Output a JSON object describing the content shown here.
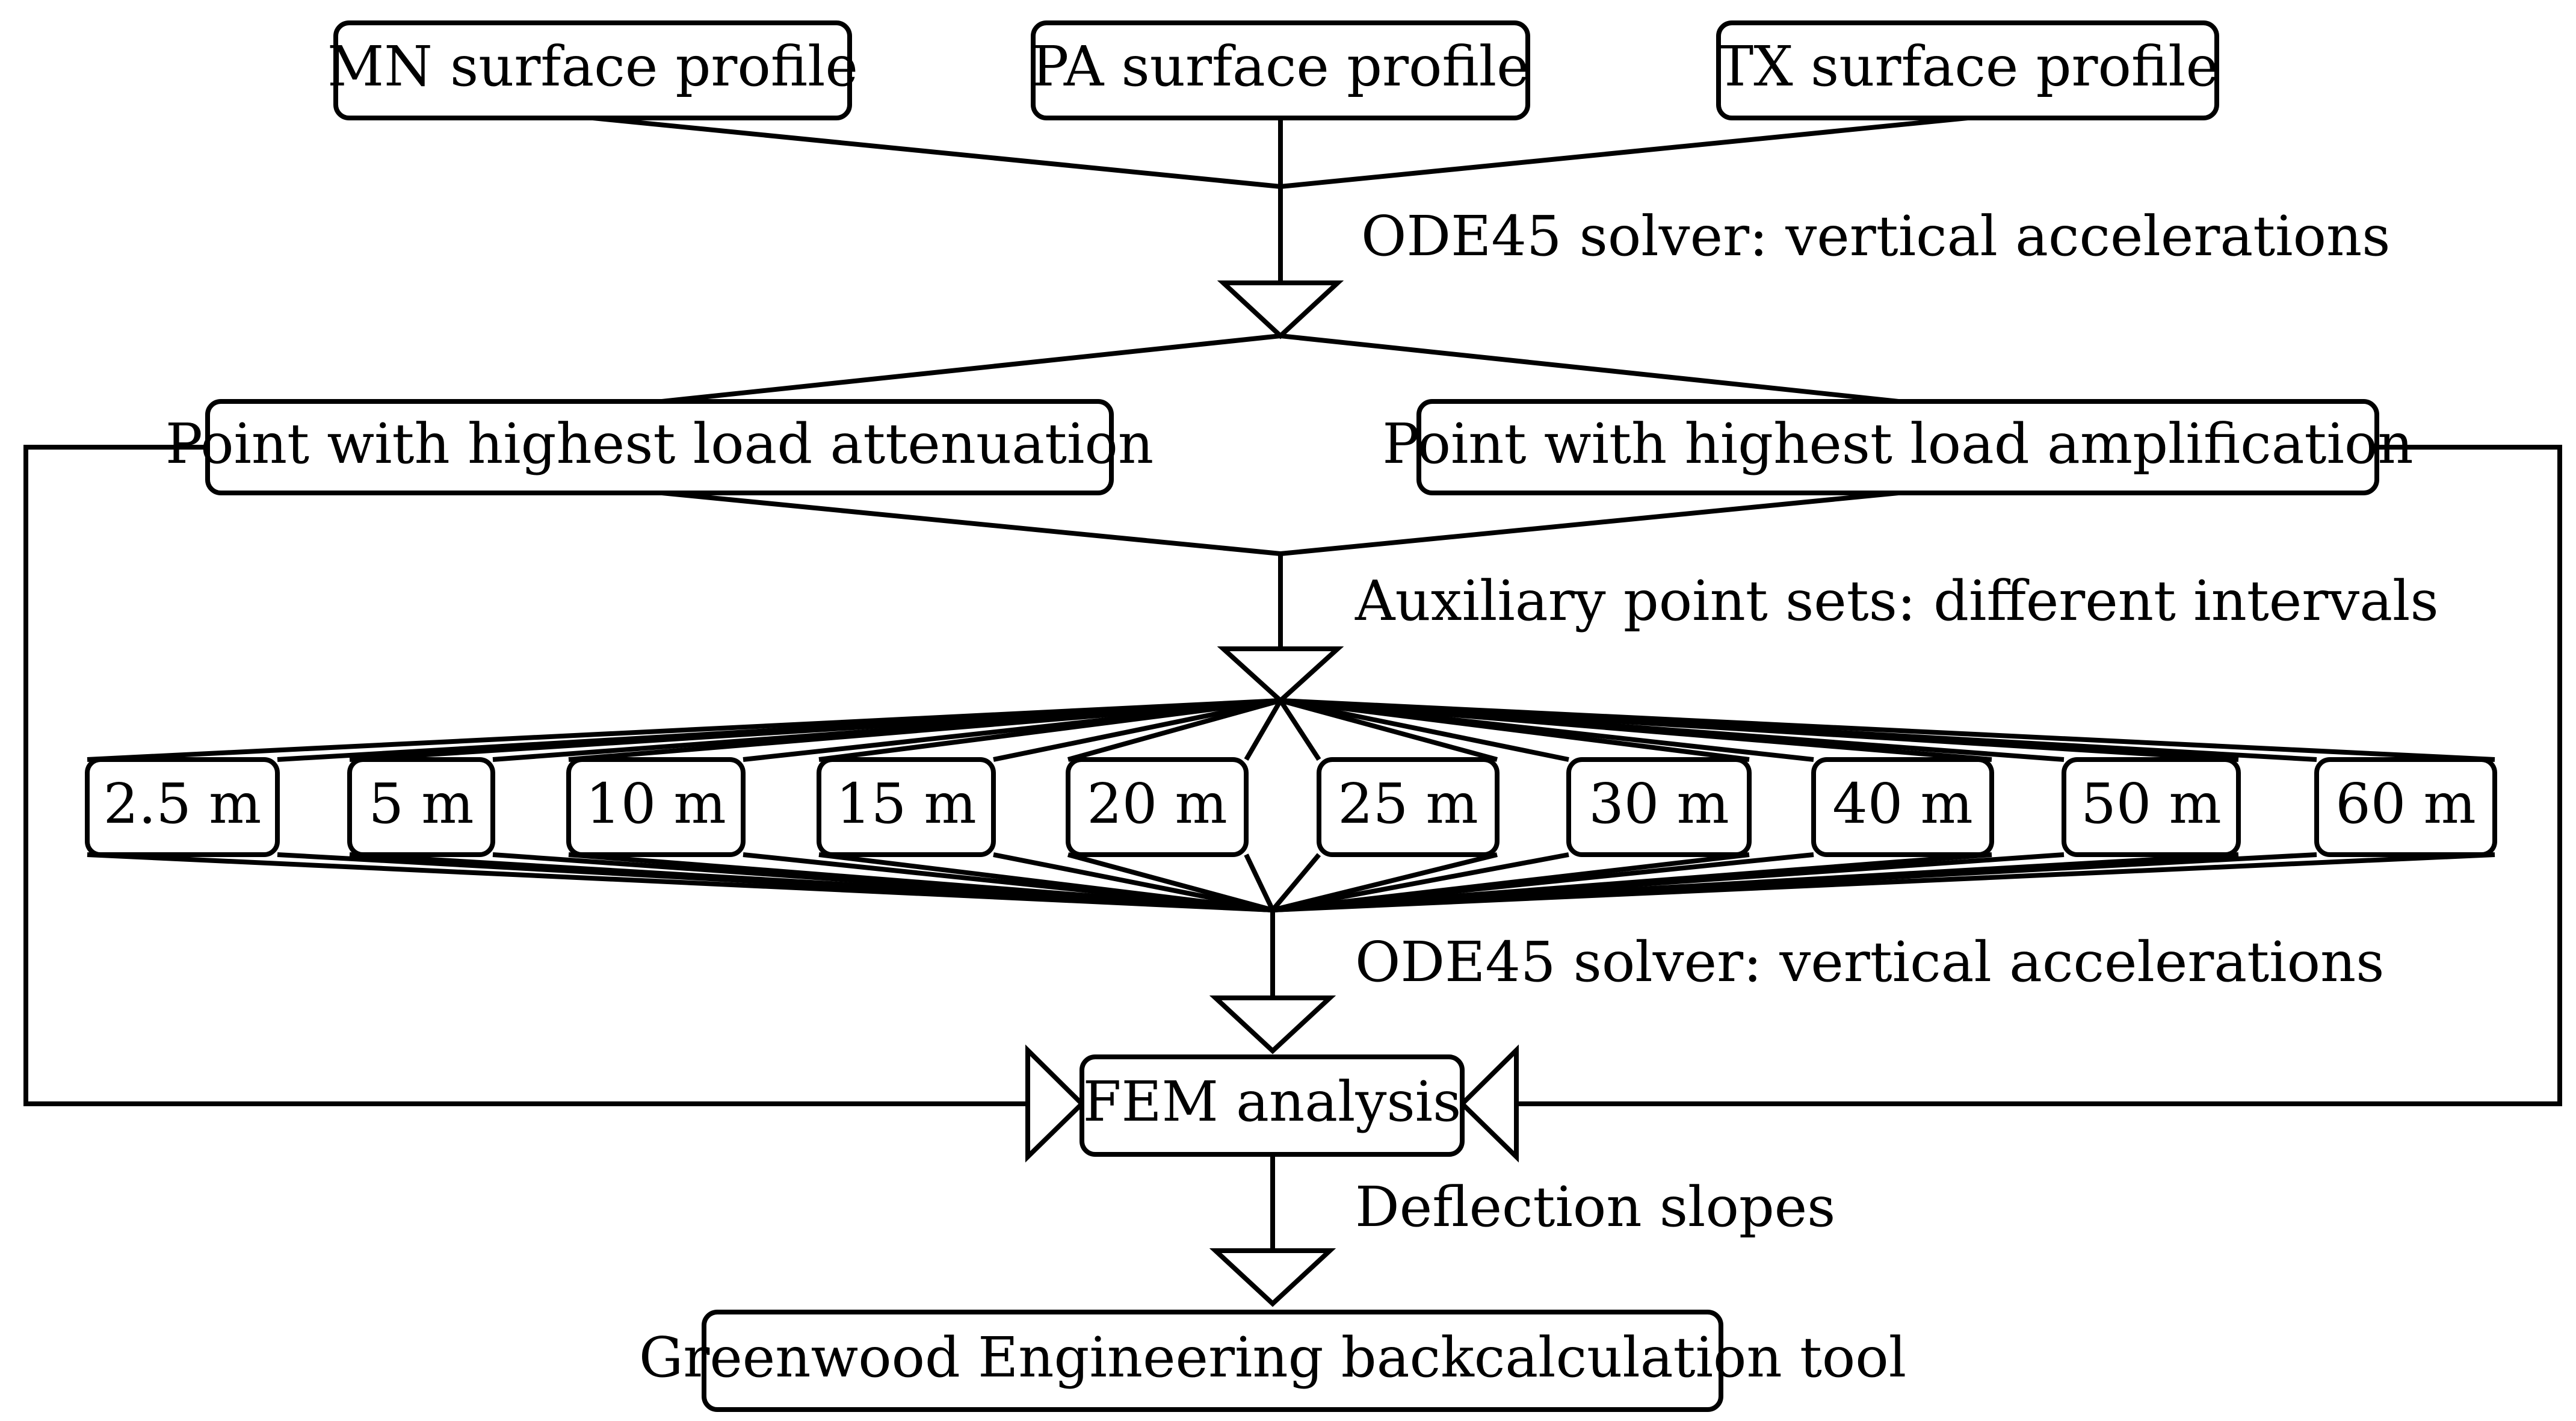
{
  "diagram": {
    "nodes": {
      "mn_profile": "MN surface profile",
      "pa_profile": "PA surface profile",
      "tx_profile": "TX surface profile",
      "attenuation_point": "Point with highest load attenuation",
      "amplification_point": "Point with highest load amplification",
      "intervals": [
        "2.5 m",
        "5 m",
        "10 m",
        "15 m",
        "20 m",
        "25 m",
        "30 m",
        "40 m",
        "50 m",
        "60 m"
      ],
      "fem_analysis": "FEM analysis",
      "backcalc_tool": "Greenwood Engineering backcalculation tool"
    },
    "edge_labels": {
      "ode45_first": "ODE45 solver: vertical accelerations",
      "auxiliary_sets": "Auxiliary point sets: different intervals",
      "ode45_second": "ODE45 solver: vertical accelerations",
      "deflection_slopes": "Deflection slopes"
    }
  }
}
